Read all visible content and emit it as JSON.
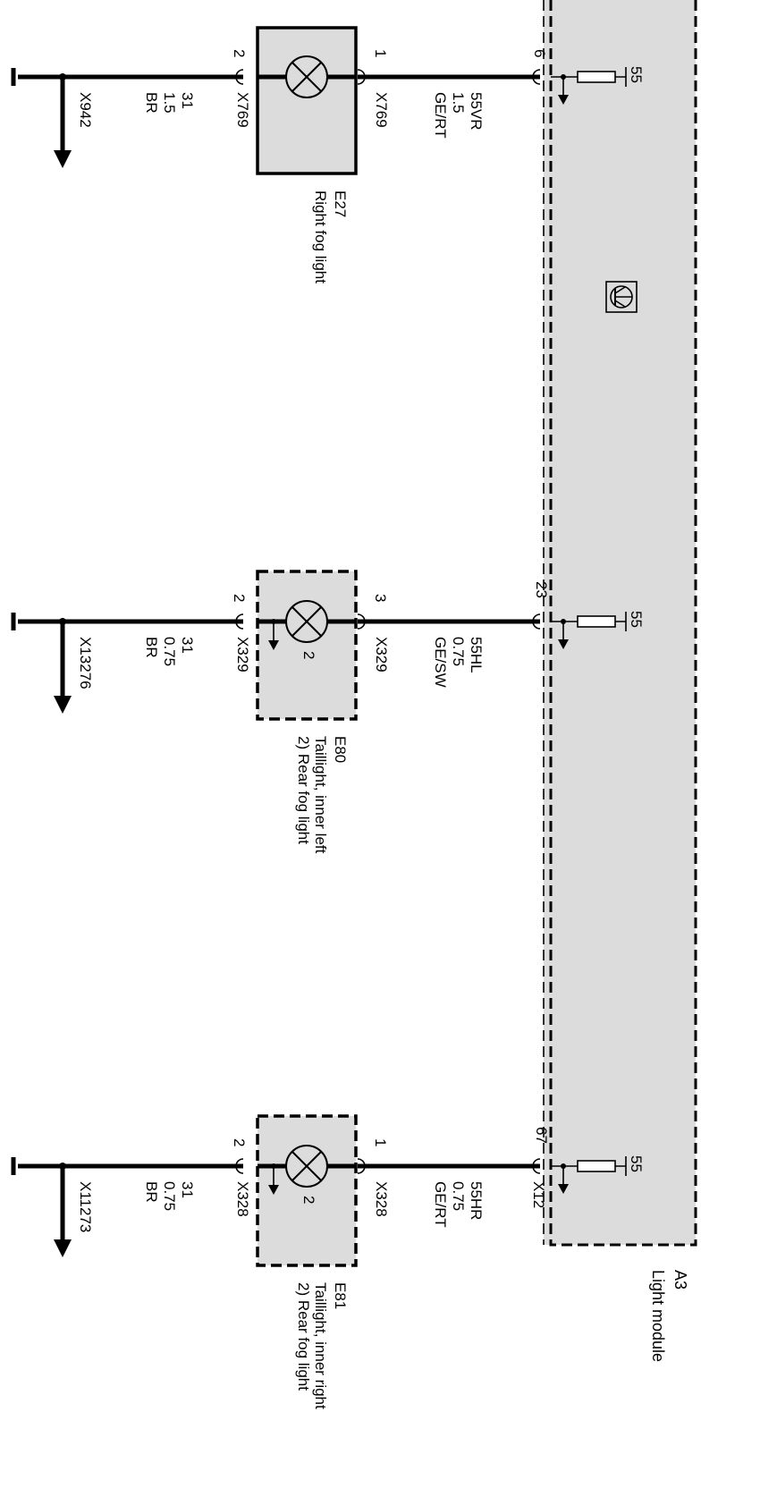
{
  "module": {
    "id": "A3",
    "name": "Light module",
    "connector": "X12",
    "terminal": "55"
  },
  "circuits": [
    {
      "key": "right-fog",
      "component_id": "E27",
      "component_lines": [
        "Right fog light"
      ],
      "lamp_sub": "",
      "pin_in": "1",
      "pin_out": "2",
      "connector": "X769",
      "module_pin": "6",
      "module_connector": "",
      "signal": "55VR",
      "signal_size": "1.5",
      "signal_color": "GE/RT",
      "ground_num": "31",
      "ground_size": "1.5",
      "ground_color": "BR",
      "ground_point": "X942"
    },
    {
      "key": "inner-left",
      "component_id": "E80",
      "component_lines": [
        "Taillight, inner left",
        "2) Rear fog light"
      ],
      "lamp_sub": "2",
      "pin_in": "3",
      "pin_out": "2",
      "connector": "X329",
      "module_pin": "23",
      "module_connector": "",
      "signal": "55HL",
      "signal_size": "0.75",
      "signal_color": "GE/SW",
      "ground_num": "31",
      "ground_size": "0.75",
      "ground_color": "BR",
      "ground_point": "X13276"
    },
    {
      "key": "inner-right",
      "component_id": "E81",
      "component_lines": [
        "Taillight, inner right",
        "2) Rear fog light"
      ],
      "lamp_sub": "2",
      "pin_in": "1",
      "pin_out": "2",
      "connector": "X328",
      "module_pin": "67",
      "module_connector": "X12",
      "signal": "55HR",
      "signal_size": "0.75",
      "signal_color": "GE/RT",
      "ground_num": "31",
      "ground_size": "0.75",
      "ground_color": "BR",
      "ground_point": "X11273"
    }
  ]
}
